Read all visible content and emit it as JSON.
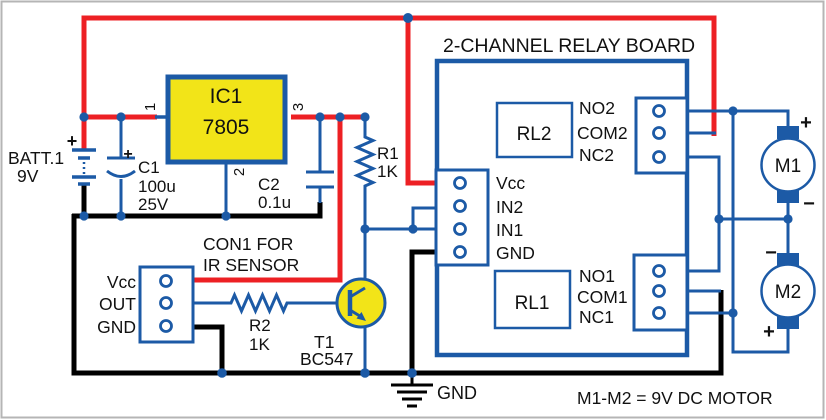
{
  "colors": {
    "wire_red": "#ed2024",
    "wire_blue": "#1c5aa6",
    "wire_black": "#000000",
    "component_fill_yellow": "#f2e418",
    "frame_gray": "#b5b5b5"
  },
  "components": {
    "battery": {
      "ref": "BATT.1",
      "value": "9V",
      "plus": "+"
    },
    "c1": {
      "ref": "C1",
      "value": "100u",
      "voltage": "25V",
      "plus": "+"
    },
    "ic1": {
      "ref": "IC1",
      "part": "7805",
      "pins": [
        "1",
        "2",
        "3"
      ]
    },
    "c2": {
      "ref": "C2",
      "value": "0.1u"
    },
    "r1": {
      "ref": "R1",
      "value": "1K"
    },
    "r2": {
      "ref": "R2",
      "value": "1K"
    },
    "t1": {
      "ref": "T1",
      "part": "BC547"
    },
    "con1": {
      "title": [
        "CON1 FOR",
        "IR SENSOR"
      ],
      "pins": [
        "Vcc",
        "OUT",
        "GND"
      ]
    },
    "m1": {
      "ref": "M1",
      "plus": "+",
      "minus": "−"
    },
    "m2": {
      "ref": "M2",
      "plus": "+",
      "minus": "−"
    }
  },
  "relay_board": {
    "title": "2-CHANNEL RELAY BOARD",
    "input_pins": [
      "Vcc",
      "IN2",
      "IN1",
      "GND"
    ],
    "relays": [
      {
        "ref": "RL2",
        "contacts": [
          "NO2",
          "COM2",
          "NC2"
        ]
      },
      {
        "ref": "RL1",
        "contacts": [
          "NO1",
          "COM1",
          "NC1"
        ]
      }
    ]
  },
  "ground_label": "GND",
  "note": "M1-M2 = 9V DC MOTOR"
}
